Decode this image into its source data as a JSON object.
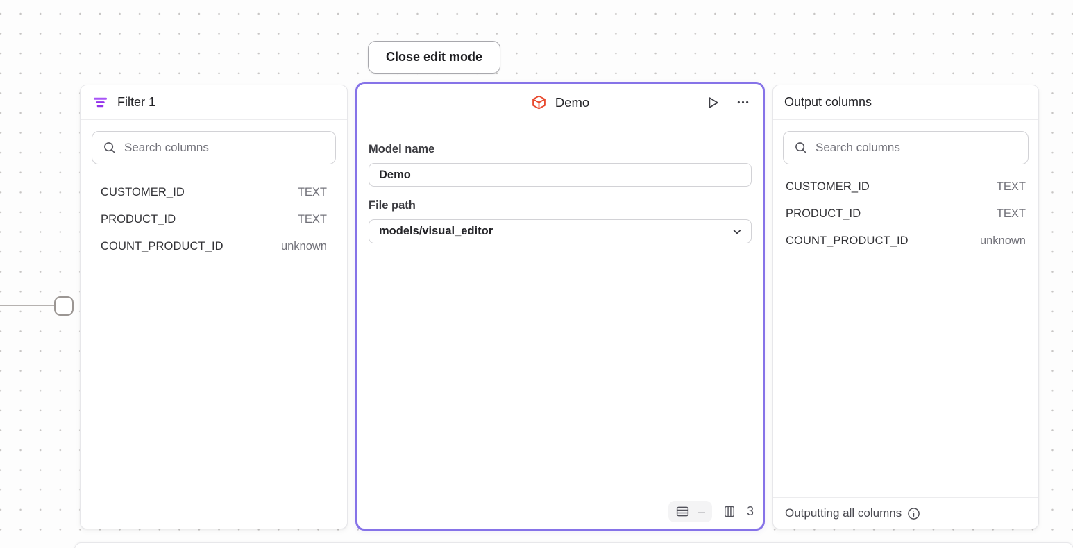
{
  "canvas": {
    "close_button_label": "Close edit mode"
  },
  "filter_panel": {
    "title": "Filter 1",
    "search_placeholder": "Search columns",
    "columns": [
      {
        "name": "CUSTOMER_ID",
        "type": "TEXT"
      },
      {
        "name": "PRODUCT_ID",
        "type": "TEXT"
      },
      {
        "name": "COUNT_PRODUCT_ID",
        "type": "unknown"
      }
    ]
  },
  "model_panel": {
    "title": "Demo",
    "model_name_label": "Model name",
    "model_name_value": "Demo",
    "file_path_label": "File path",
    "file_path_value": "models/visual_editor",
    "row_count": "–",
    "column_count": "3"
  },
  "output_panel": {
    "title": "Output columns",
    "search_placeholder": "Search columns",
    "columns": [
      {
        "name": "CUSTOMER_ID",
        "type": "TEXT"
      },
      {
        "name": "PRODUCT_ID",
        "type": "TEXT"
      },
      {
        "name": "COUNT_PRODUCT_ID",
        "type": "unknown"
      }
    ],
    "footer_text": "Outputting all columns"
  },
  "colors": {
    "selection_border": "#8673e8",
    "cube_icon": "#e8472b",
    "filter_icon": "#a855f7"
  }
}
